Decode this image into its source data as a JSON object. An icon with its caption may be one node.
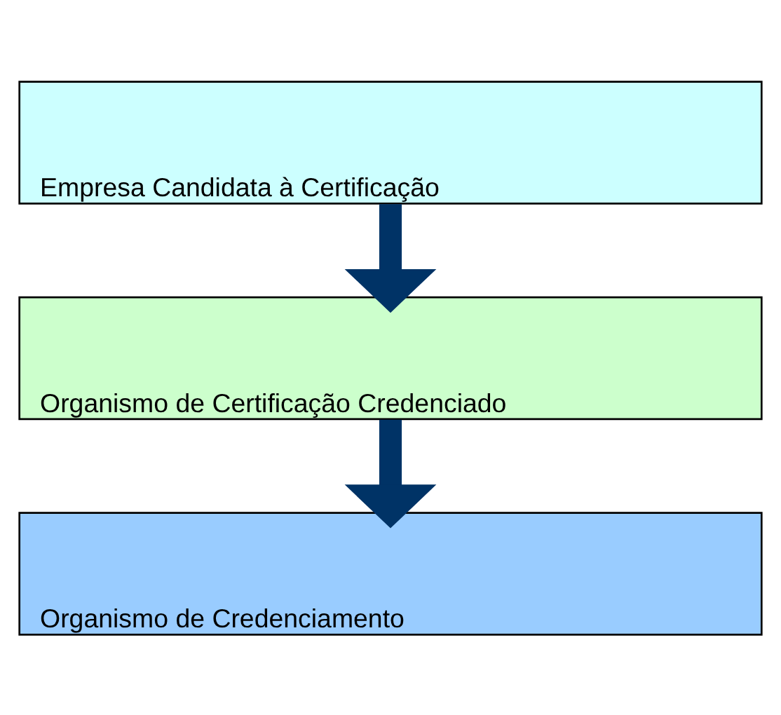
{
  "diagram": {
    "nodes": [
      {
        "text": [
          "Empresa Candidata à Certificação"
        ]
      },
      {
        "text": [
          "Organismo de Certificação Credenciado"
        ]
      },
      {
        "text": [
          "Organismo de Credenciamento"
        ]
      }
    ],
    "edges": [
      {
        "from": 0,
        "to": 1,
        "arrow": "to"
      },
      {
        "from": 1,
        "to": 2,
        "arrow": "to"
      }
    ]
  }
}
